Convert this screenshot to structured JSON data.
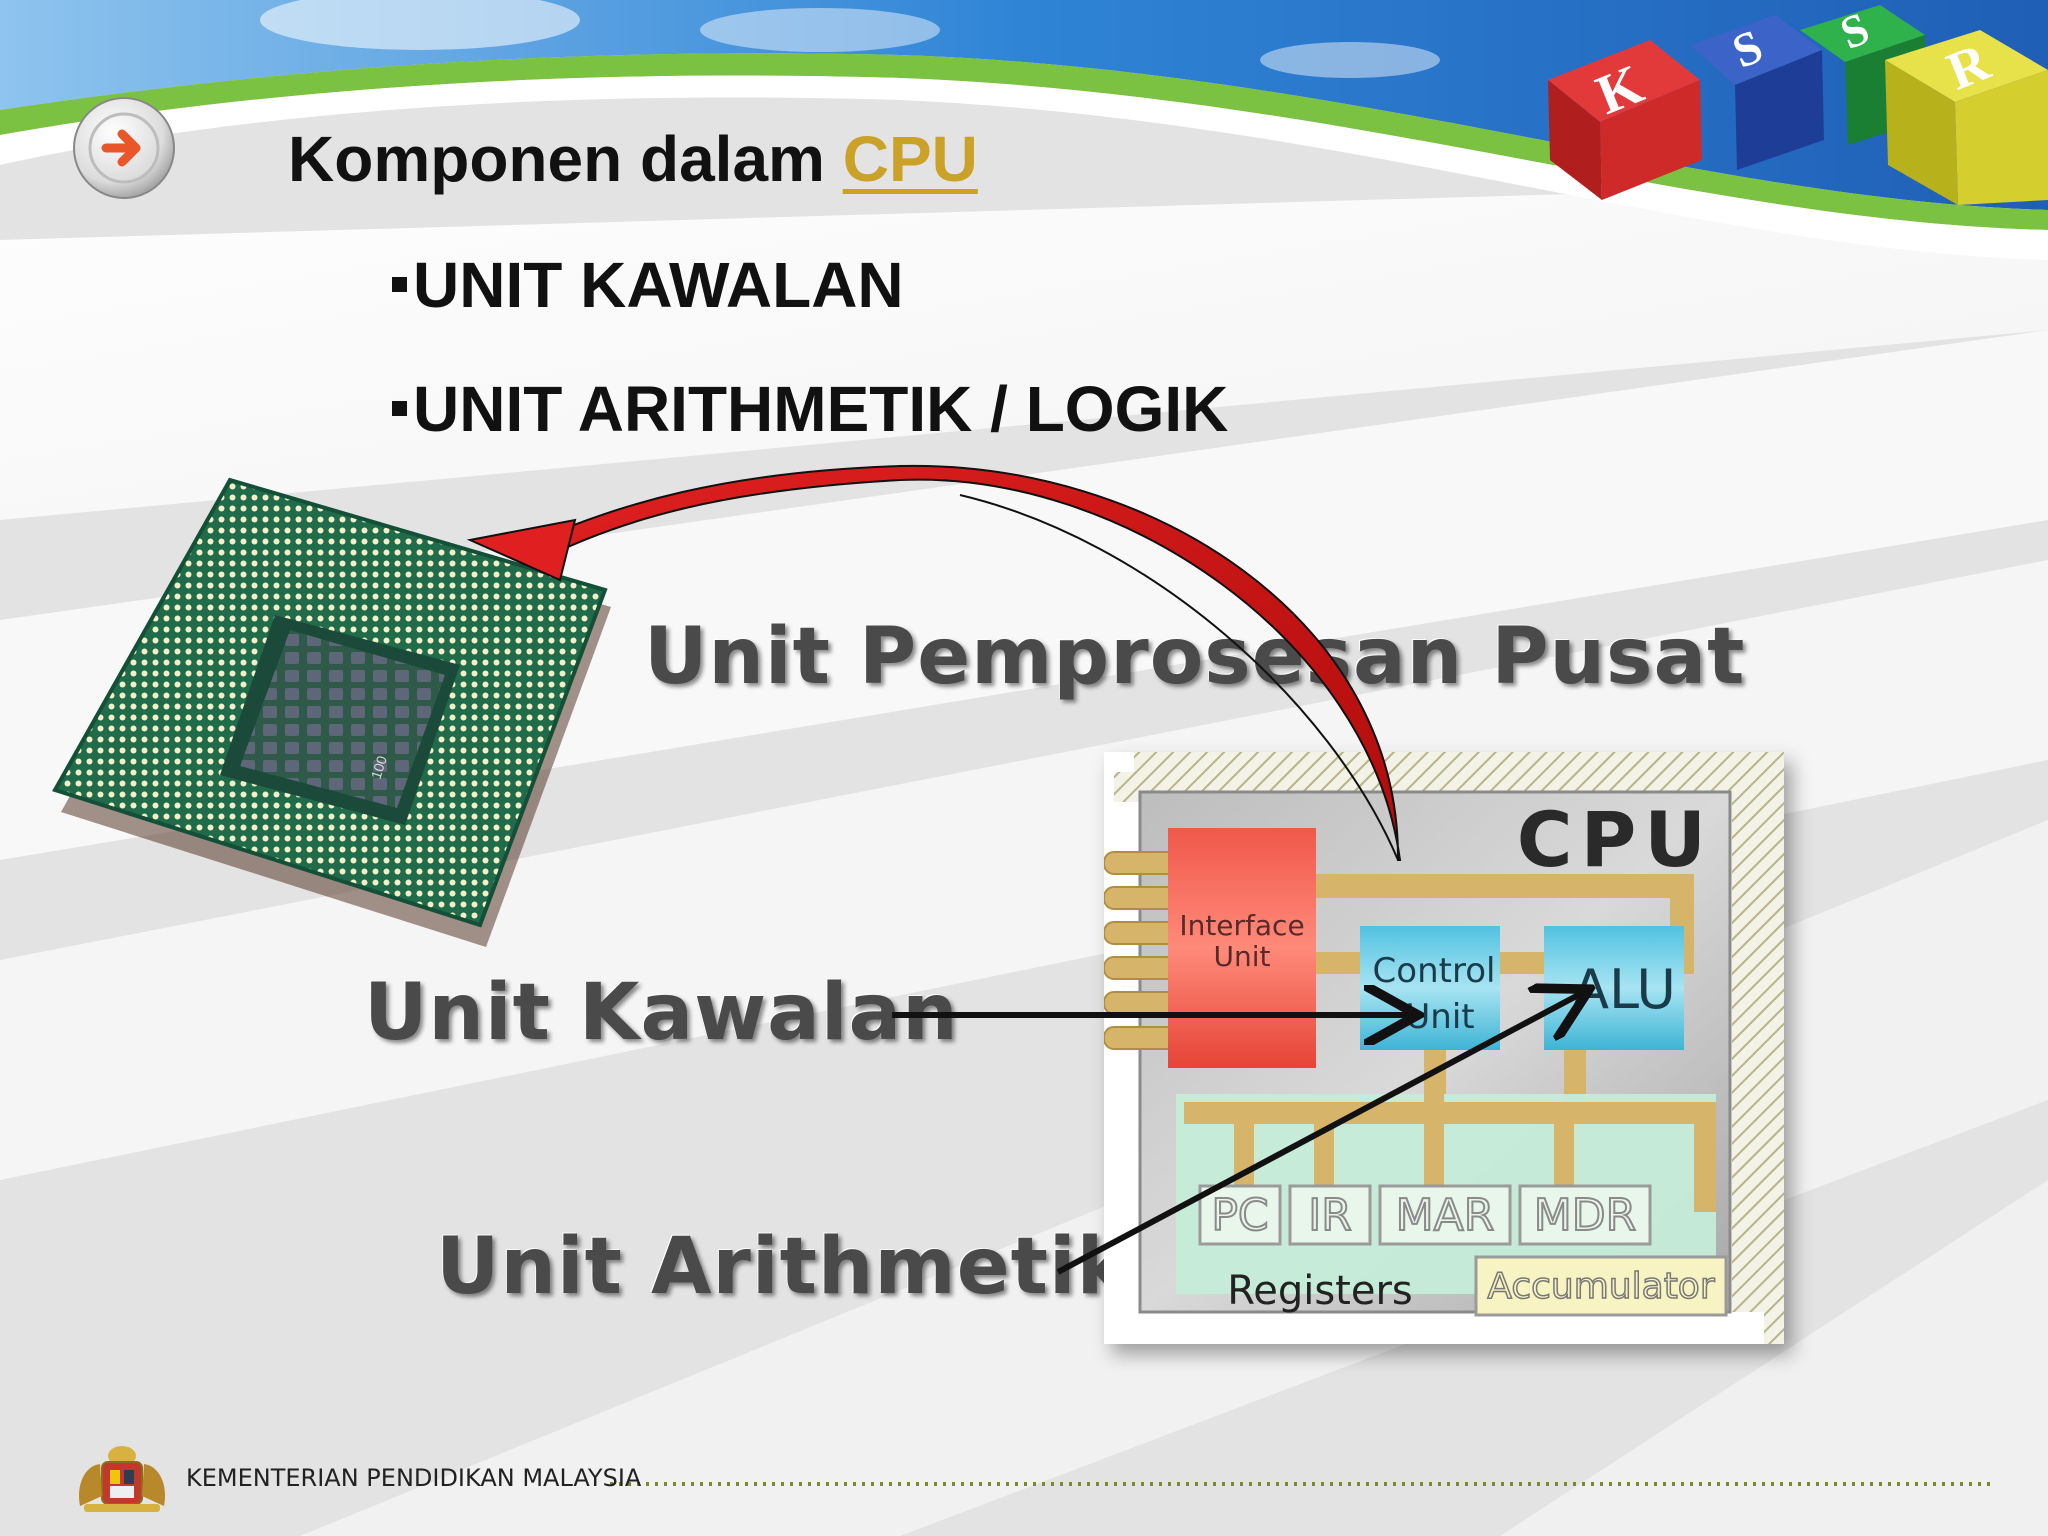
{
  "slide": {
    "title_prefix": "Komponen dalam ",
    "title_link": "CPU",
    "bullets": [
      "UNIT KAWALAN",
      "UNIT ARITHMETIK / LOGIK"
    ],
    "labels": {
      "upp": "Unit Pemprosesan Pusat",
      "kawalan": "Unit Kawalan",
      "arithmetik": "Unit Arithmetik"
    }
  },
  "header": {
    "logo_letters": [
      "K",
      "S",
      "S",
      "R"
    ],
    "colors": {
      "green": "#7cc242",
      "sky": "#2f7fd0"
    }
  },
  "diagram": {
    "heading": "CPU",
    "interface_unit": [
      "Interface",
      "Unit"
    ],
    "control_unit": [
      "Control",
      "Unit"
    ],
    "alu": "ALU",
    "registers": [
      "PC",
      "IR",
      "MAR",
      "MDR"
    ],
    "registers_label": "Registers",
    "accumulator": "Accumulator"
  },
  "chip": {
    "marking": "100"
  },
  "footer": {
    "org": "KEMENTERIAN PENDIDIKAN MALAYSIA"
  },
  "icons": {
    "nav": "arrow-right-icon",
    "crest": "crest-icon"
  },
  "accent": {
    "arrow_red": "#d81b1b",
    "link_gold": "#c9a227"
  }
}
